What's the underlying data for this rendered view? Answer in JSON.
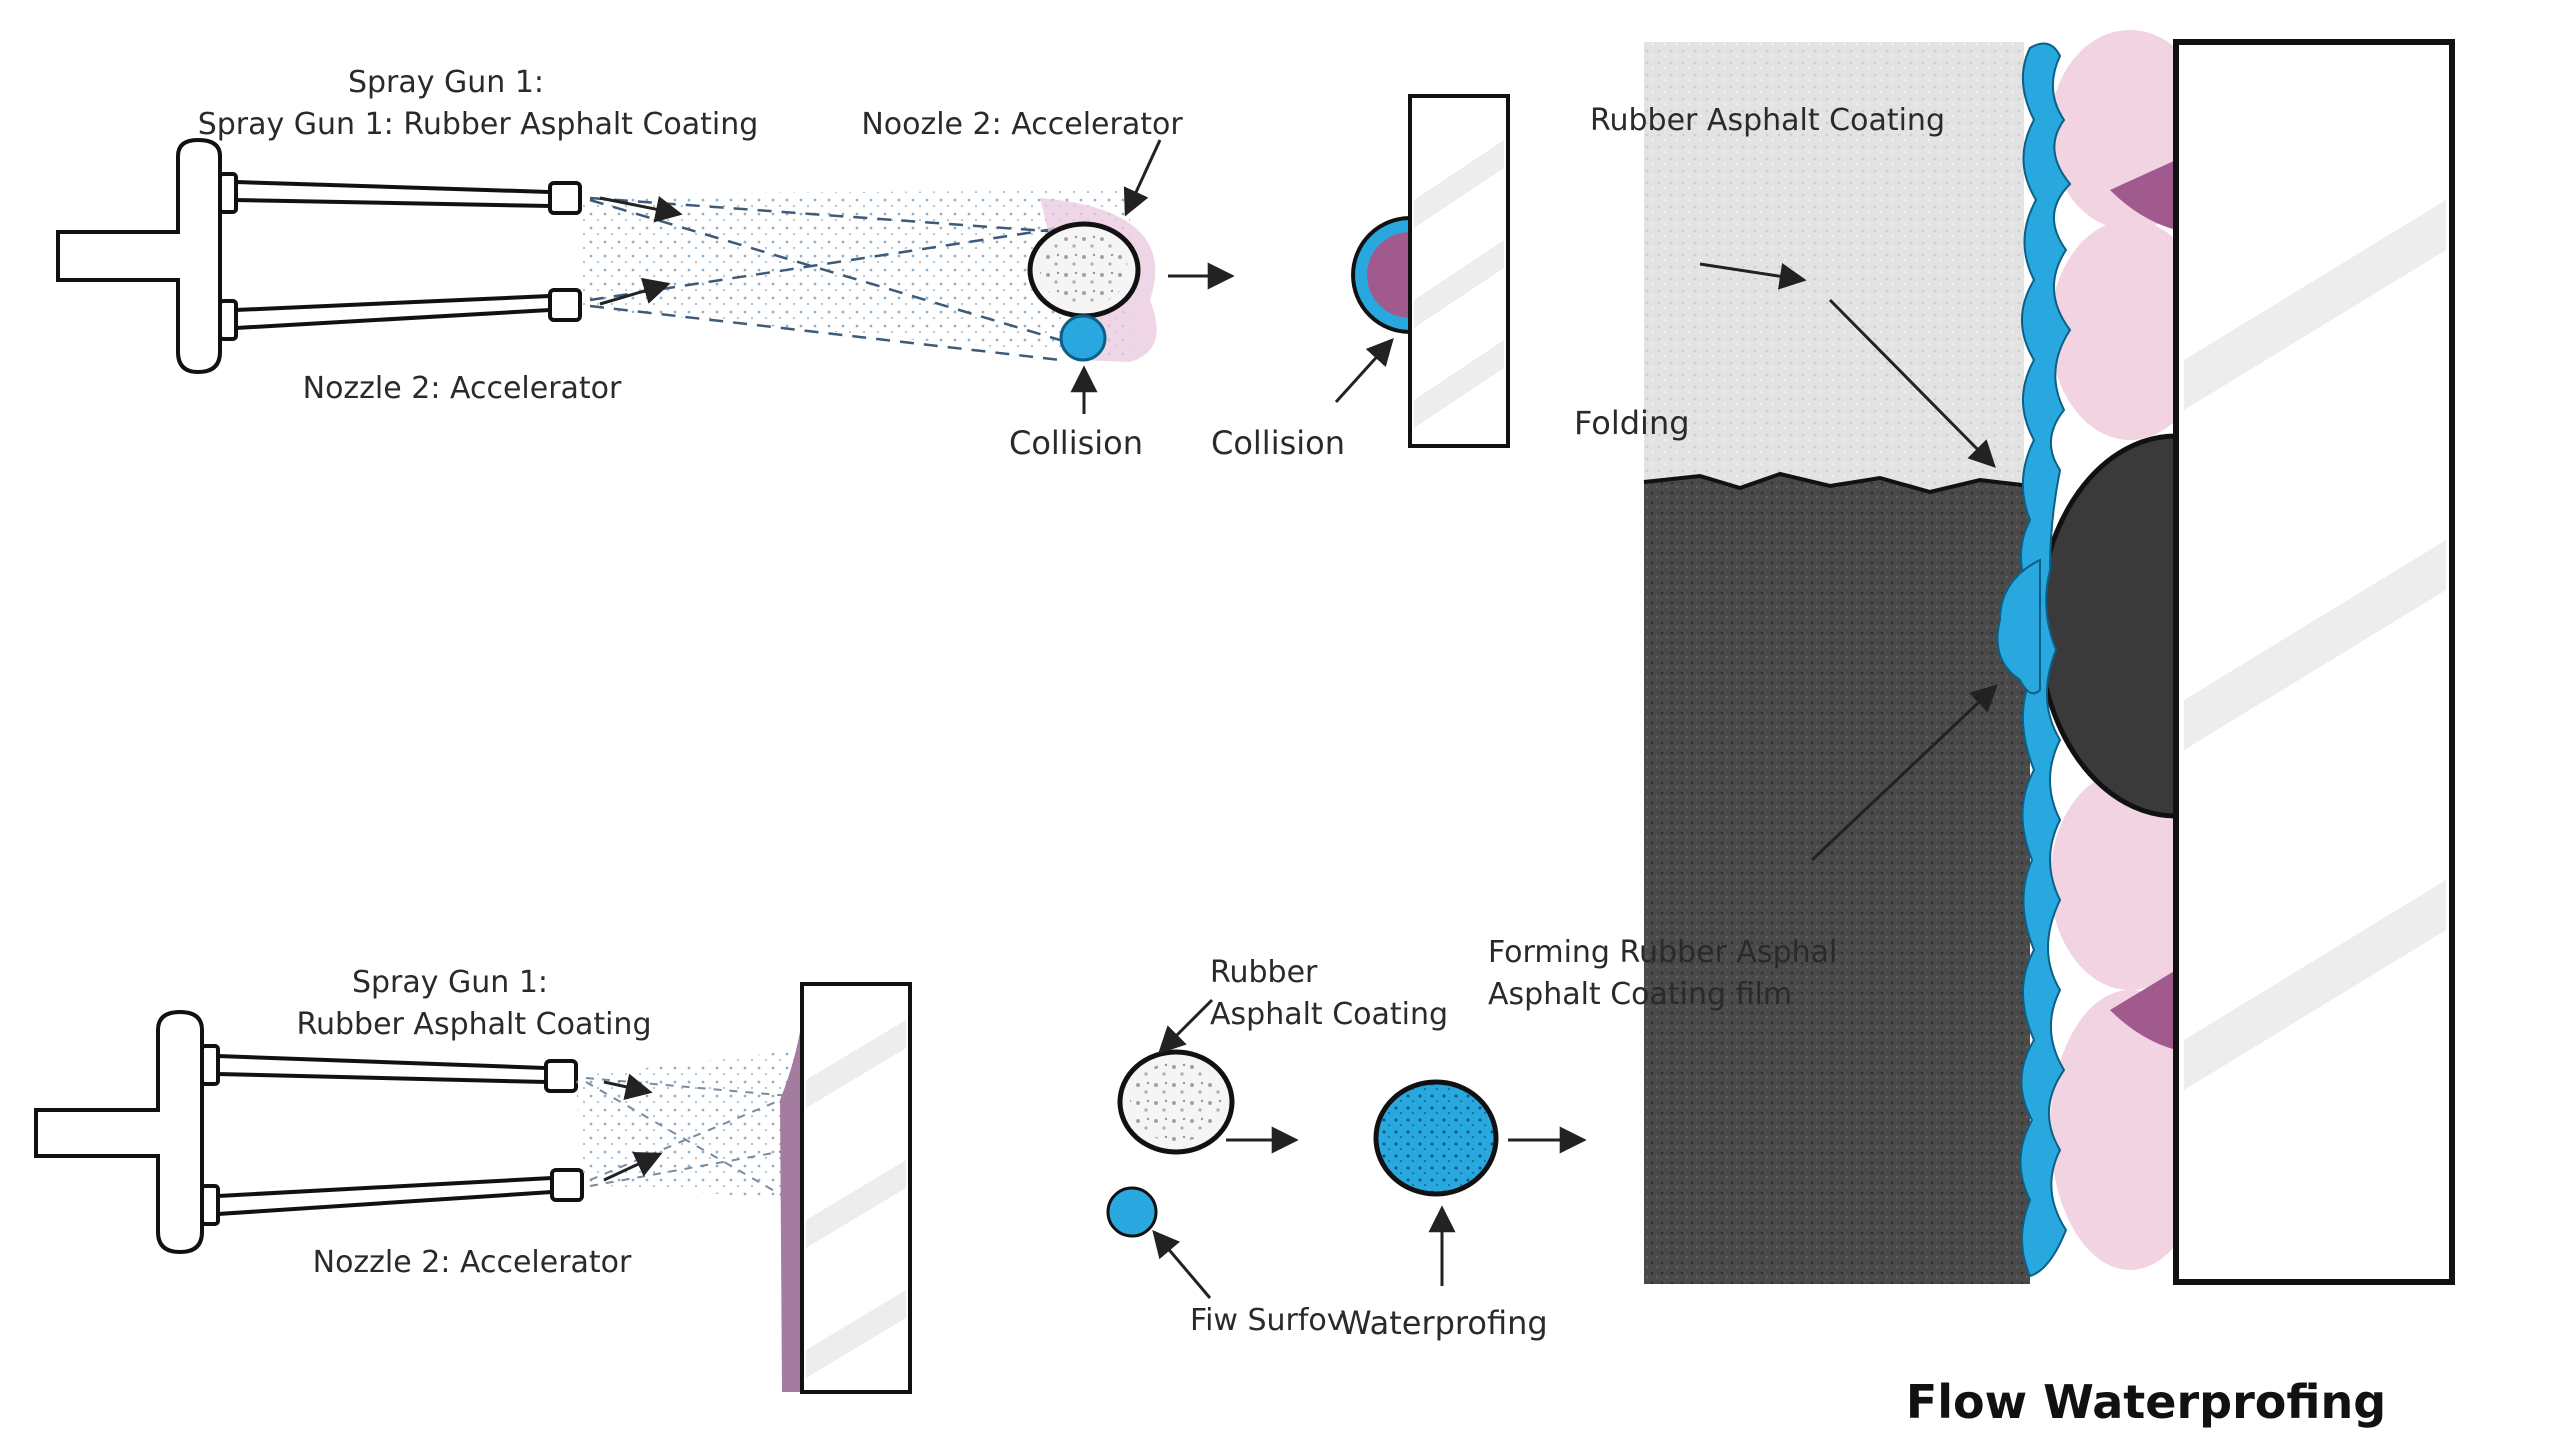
{
  "top": {
    "gun_label_line1": "Spray Gun 1:",
    "gun_label_line2": "Spray Gun 1: Rubber Asphalt Coating",
    "nozzle_label": "Nozzle 2: Accelerator",
    "accelerator_label": "Noozle 2: Accelerator",
    "collision_label_1": "Collision",
    "collision_label_2": "Collision"
  },
  "bottom": {
    "gun_label_line1": "Spray Gun 1:",
    "gun_label_line2": "Rubber Asphalt Coating",
    "nozzle_label": "Nozzle 2: Accelerator",
    "rubber_label_line1": "Rubber",
    "rubber_label_line2": "Asphalt Coating",
    "film_label": "Fiw Surfov",
    "waterproofing_label": "Waterprofing",
    "forming_label_line1": "Forming Rubber Asphal",
    "forming_label_line2": "Asphalt Coating film"
  },
  "cross_section": {
    "coating_label": "Rubber Asphalt Coating",
    "folding_label": "Folding"
  },
  "title": "Flow Waterprofing",
  "colors": {
    "accelerator_blue": "#29a8df",
    "rubber_pink": "#f1d3e1",
    "rubber_purple": "#a05a8e",
    "asphalt_dark": "#444444",
    "coating_light": "#e6e6e6",
    "outline": "#111111"
  },
  "icons": [
    "spray-gun-icon",
    "arrow-icon",
    "wall-icon",
    "particle-icon"
  ]
}
